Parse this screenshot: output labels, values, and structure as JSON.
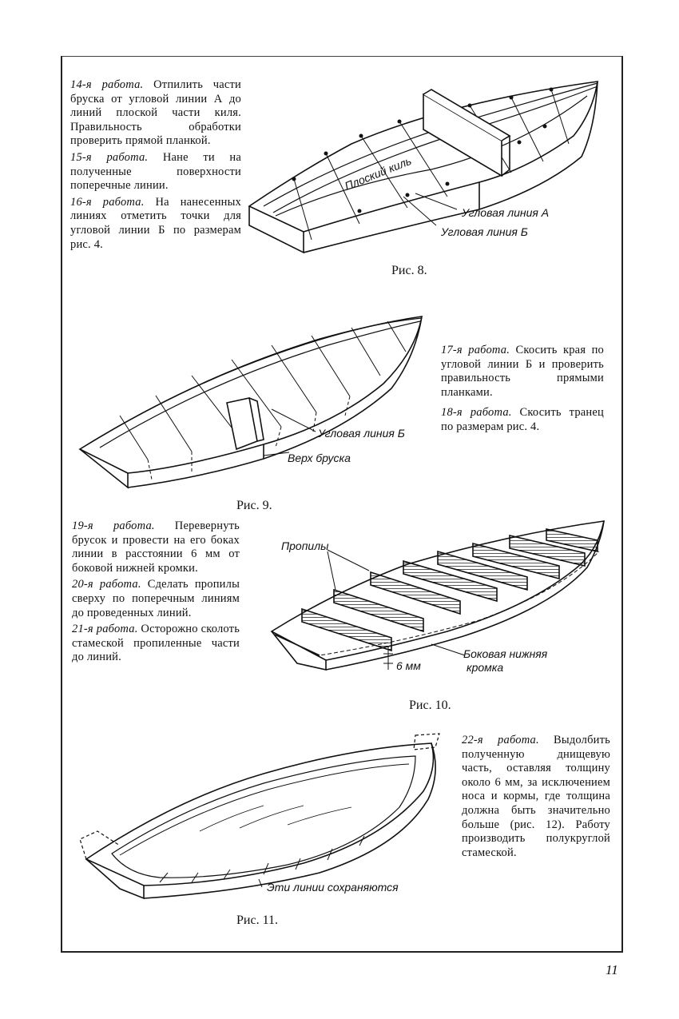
{
  "blocks": {
    "b14": {
      "lead": "14-я работа.",
      "text": "Отпилить части бруска от угловой линии А до линий плоской части киля. Правильность обработки проверить прямой планкой."
    },
    "b15": {
      "lead": "15-я работа.",
      "text": "Нане ти на полученные поверхности поперечные линии."
    },
    "b16": {
      "lead": "16-я работа.",
      "text": "На нанесенных линиях отметить точки для угловой линии Б по размерам рис. 4."
    },
    "b17": {
      "lead": "17-я работа.",
      "text": "Скосить края по угловой линии Б и проверить правильность прямыми планками."
    },
    "b18": {
      "lead": "18-я работа.",
      "text": "Скосить транец по размерам рис. 4."
    },
    "b19": {
      "lead": "19-я работа.",
      "text": "Перевернуть брусок и провести на его боках линии в расстоянии 6 мм от боковой нижней кромки."
    },
    "b20": {
      "lead": "20-я работа.",
      "text": "Сделать пропилы сверху по поперечным линиям до проведенных линий."
    },
    "b21": {
      "lead": "21-я работа.",
      "text": "Осторожно сколоть стамеской пропиленные части до линий."
    },
    "b22": {
      "lead": "22-я работа.",
      "text": "Выдолбить полученную днищевую часть, оставляя толщину около 6 мм, за исключением носа и кормы, где толщина должна быть значительно больше (рис. 12). Работу производить полукруглой стамеской."
    }
  },
  "captions": {
    "fig8": "Рис. 8.",
    "fig9": "Рис. 9.",
    "fig10": "Рис. 10.",
    "fig11": "Рис. 11."
  },
  "labels": {
    "flat_keel": "Плоский киль",
    "angle_line_a": "Угловая линия А",
    "angle_line_b": "Угловая линия Б",
    "angle_line_b2": "Угловая линия Б",
    "top_of_block": "Верх бруска",
    "saw_cuts": "Пропилы",
    "lower_edge_1": "Боковая нижняя",
    "lower_edge_2": "кромка",
    "six_mm": "6 мм",
    "lines_kept": "Эти линии сохраняются"
  },
  "page_number": "11"
}
